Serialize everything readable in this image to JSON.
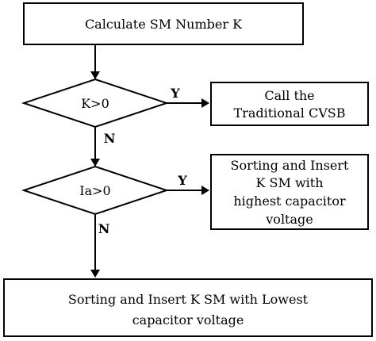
{
  "flowchart": {
    "start_box": "Calculate SM Number K",
    "decision_1": "K>0",
    "yes_label_1": "Y",
    "no_label_1": "N",
    "action_1": {
      "line1": "Call the",
      "line2": "Traditional CVSB"
    },
    "decision_2": "Ia>0",
    "yes_label_2": "Y",
    "no_label_2": "N",
    "action_2": {
      "line1": "Sorting and Insert",
      "line2": "K SM with",
      "line3": "highest capacitor",
      "line4": "voltage"
    },
    "final_box": {
      "line1": "Sorting and Insert K SM with Lowest",
      "line2": "capacitor voltage"
    }
  },
  "colors": {
    "stroke": "#000000",
    "fill": "#ffffff"
  }
}
